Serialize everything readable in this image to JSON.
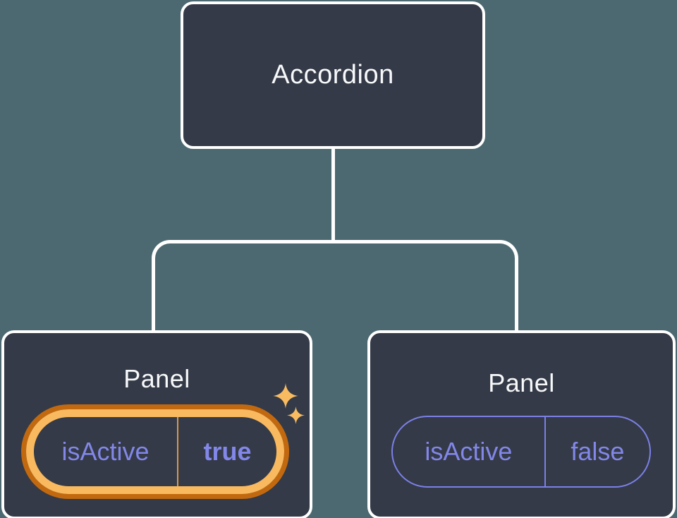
{
  "diagram": {
    "root": {
      "label": "Accordion"
    },
    "children": [
      {
        "label": "Panel",
        "highlighted": true,
        "state": {
          "key": "isActive",
          "value": "true"
        }
      },
      {
        "label": "Panel",
        "highlighted": false,
        "state": {
          "key": "isActive",
          "value": "false"
        }
      }
    ]
  },
  "icons": {
    "highlight_large": "sparkle-icon",
    "highlight_small": "sparkle-icon"
  },
  "colors": {
    "background": "#4C6971",
    "node_bg": "#343A47",
    "node_border": "#FFFFFF",
    "node_text": "#F7F8FA",
    "connector": "#FFFFFF",
    "state_text": "#8287E8",
    "state_border": "#7B80E6",
    "highlight_ring_outer": "#C2690F",
    "highlight_ring_inner": "#F9B95F",
    "highlight_divider": "#D89A4C",
    "sparkle": "#F9BB60"
  }
}
